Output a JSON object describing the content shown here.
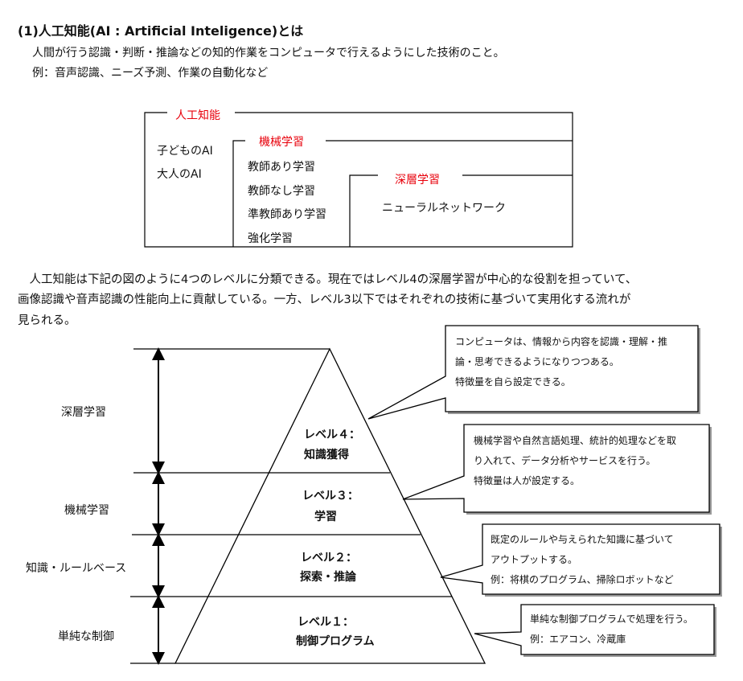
{
  "heading": "(1)人工知能(AI : Artificial Inteligence)とは",
  "intro": [
    "人間が行う認識・判断・推論などの知的作業をコンピュータで行えるようにした技術のこと。",
    "例：音声認識、ニーズ予測、作業の自動化など"
  ],
  "venn": {
    "ai_label": "人工知能",
    "ai_items": [
      "子どものAI",
      "大人のAI"
    ],
    "ml_label": "機械学習",
    "ml_items": [
      "教師あり学習",
      "教師なし学習",
      "準教師あり学習",
      "強化学習"
    ],
    "dl_label": "深層学習",
    "dl_items": [
      "ニューラルネットワーク"
    ],
    "accent": "#e8000b"
  },
  "paragraph": [
    "　人工知能は下記の図のように4つのレベルに分類できる。現在ではレベル4の深層学習が中心的な役割を担っていて、",
    "画像認識や音声認識の性能向上に貢献している。一方、レベル3以下ではそれぞれの技術に基づいて実用化する流れが",
    "見られる。"
  ],
  "pyramid": {
    "side_labels": [
      "深層学習",
      "機械学習",
      "知識・ルールベース",
      "単純な制御"
    ],
    "levels": [
      {
        "level": "レベル４：",
        "name": "知識獲得",
        "note": [
          "コンピュータは、情報から内容を認識・理解・推",
          "論・思考できるようになりつつある。",
          "特徴量を自ら設定できる。"
        ]
      },
      {
        "level": "レベル３：",
        "name": "学習",
        "note": [
          "機械学習や自然言語処理、統計的処理などを取",
          "り入れて、データ分析やサービスを行う。",
          "特徴量は人が設定する。"
        ]
      },
      {
        "level": "レベル２：",
        "name": "探索・推論",
        "note": [
          "既定のルールや与えられた知識に基づいて",
          "アウトプットする。",
          "例：将棋のプログラム、掃除ロボットなど"
        ]
      },
      {
        "level": "レベル１：",
        "name": "制御プログラム",
        "note": [
          "単純な制御プログラムで処理を行う。",
          "例：エアコン、冷蔵庫"
        ]
      }
    ]
  }
}
